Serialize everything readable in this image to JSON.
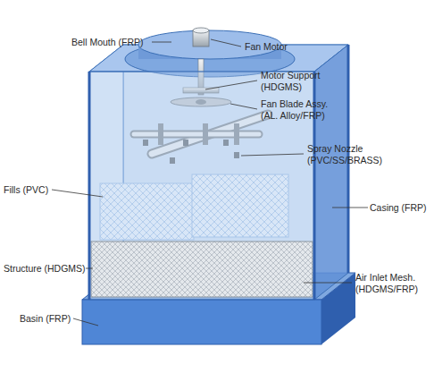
{
  "diagram": {
    "labels": [
      "Bell Mouth (FRP)",
      "Fan Motor",
      "Motor Support (HDGMS)",
      "Fan Blade Assy. (AL. Alloy/FRP)",
      "Spray Nozzle (PVC/SS/BRASS)",
      "Fills (PVC)",
      "Casing (FRP)",
      "Structure (HDGMS)",
      "Air Inlet Mesh. (HDGMS/FRP)",
      "Basin (FRP)"
    ]
  }
}
